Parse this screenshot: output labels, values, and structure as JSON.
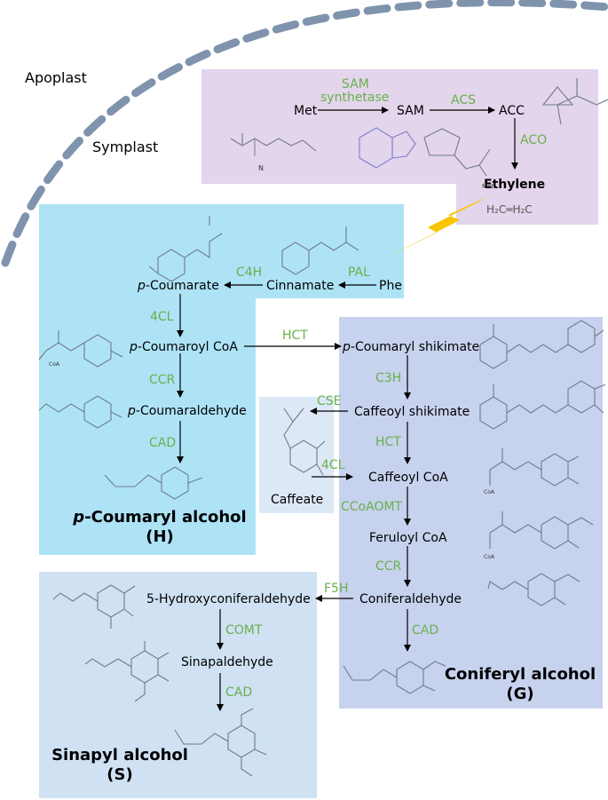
{
  "compartments": {
    "apoplast": "Apoplast",
    "symplast": "Symplast"
  },
  "ethylene": {
    "met": "Met",
    "sam": "SAM",
    "acc": "ACC",
    "enzyme_sam_synthetase_line1": "SAM",
    "enzyme_sam_synthetase_line2": "synthetase",
    "enzyme_acs": "ACS",
    "enzyme_aco": "ACO",
    "product": "Ethylene",
    "formula": "H₂C═H₂C",
    "met_struct_label": "N",
    "sam_struct_label": "Met"
  },
  "h_branch": {
    "phe": "Phe",
    "cinnamate": "Cinnamate",
    "p_coumarate_prefix": "p",
    "p_coumarate": "-Coumarate",
    "p_coumaroyl_coa_prefix": "p",
    "p_coumaroyl_coa": "-Coumaroyl CoA",
    "p_coumaraldehyde_prefix": "p",
    "p_coumaraldehyde": "-Coumaraldehyde",
    "alcohol_prefix": "p",
    "alcohol": "-Coumaryl alcohol",
    "alcohol_code": "(H)",
    "enzyme_pal": "PAL",
    "enzyme_c4h": "C4H",
    "enzyme_4cl": "4CL",
    "enzyme_ccr": "CCR",
    "enzyme_cad": "CAD",
    "coa_struct_label": "CoA"
  },
  "g_branch": {
    "p_coumaryl_shikimate_prefix": "p",
    "p_coumaryl_shikimate": "-Coumaryl shikimate",
    "caffeoyl_shikimate": "Caffeoyl shikimate",
    "caffeoyl_coa": "Caffeoyl CoA",
    "feruloyl_coa": "Feruloyl CoA",
    "coniferaldehyde": "Coniferaldehyde",
    "alcohol": "Coniferyl alcohol",
    "alcohol_code": "(G)",
    "enzyme_hct_top": "HCT",
    "enzyme_c3h": "C3H",
    "enzyme_hct": "HCT",
    "enzyme_ccoaomt": "CCoAOMT",
    "enzyme_ccr": "CCR",
    "enzyme_cad": "CAD",
    "coa_struct_label": "CoA"
  },
  "caffeate_branch": {
    "caffeate": "Caffeate",
    "enzyme_cse": "CSE",
    "enzyme_4cl": "4CL"
  },
  "s_branch": {
    "hydroxyconiferaldehyde": "5-Hydroxyconiferaldehyde",
    "sinapaldehyde": "Sinapaldehyde",
    "alcohol": "Sinapyl alcohol",
    "alcohol_code": "(S)",
    "enzyme_f5h": "F5H",
    "enzyme_comt": "COMT",
    "enzyme_cad": "CAD"
  },
  "colors": {
    "enzyme_text": "#6ab04c",
    "ethylene_box": "#e2d5ec",
    "h_box": "#aee3f6",
    "g_box": "#c7d2ee",
    "s_box": "#cfe1f3",
    "caffeate_box": "#dce8f6",
    "membrane": "#7f93ad",
    "lightning": "#f7c600"
  }
}
